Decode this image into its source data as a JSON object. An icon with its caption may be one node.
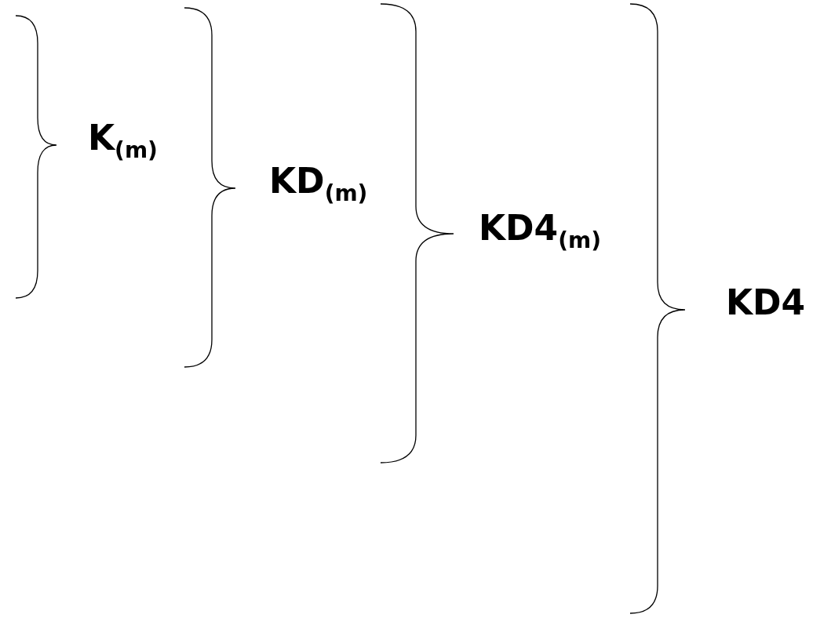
{
  "diagram": {
    "labels": [
      "K$_{(m)}$",
      "KD$_{(m)}$",
      "KD4$_{(m)}$",
      "KD4"
    ]
  }
}
